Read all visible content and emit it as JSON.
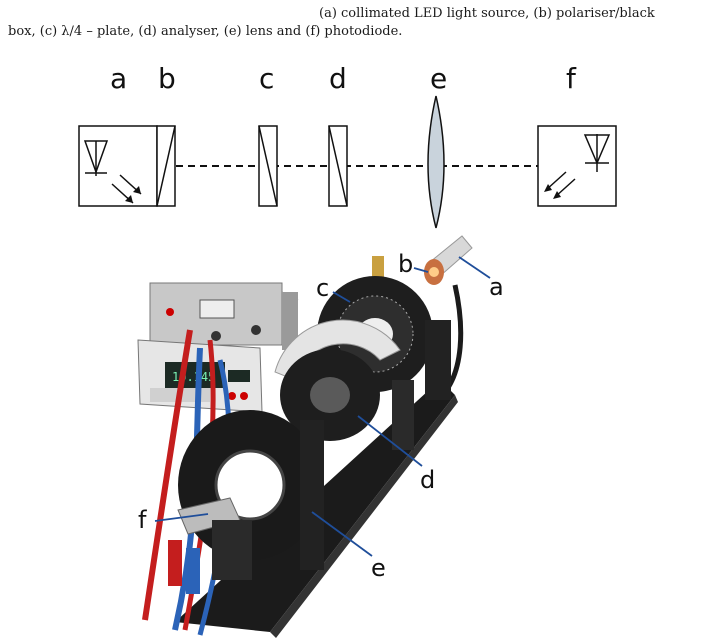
{
  "caption": {
    "line1": "(a) collimated LED light source, (b) polariser/black",
    "line2": "box, (c) λ/4 – plate, (d) analyser, (e) lens and (f) photodiode."
  },
  "schematic_labels": {
    "a": "a",
    "b": "b",
    "c": "c",
    "d": "d",
    "e": "e",
    "f": "f"
  },
  "photo_labels": {
    "a": "a",
    "b": "b",
    "c": "c",
    "d": "d",
    "e": "e",
    "f": "f"
  },
  "colors": {
    "leader_line": "#1f4e9a",
    "lens_fill": "#c9d3dc",
    "rail": "#1b1b1b"
  }
}
